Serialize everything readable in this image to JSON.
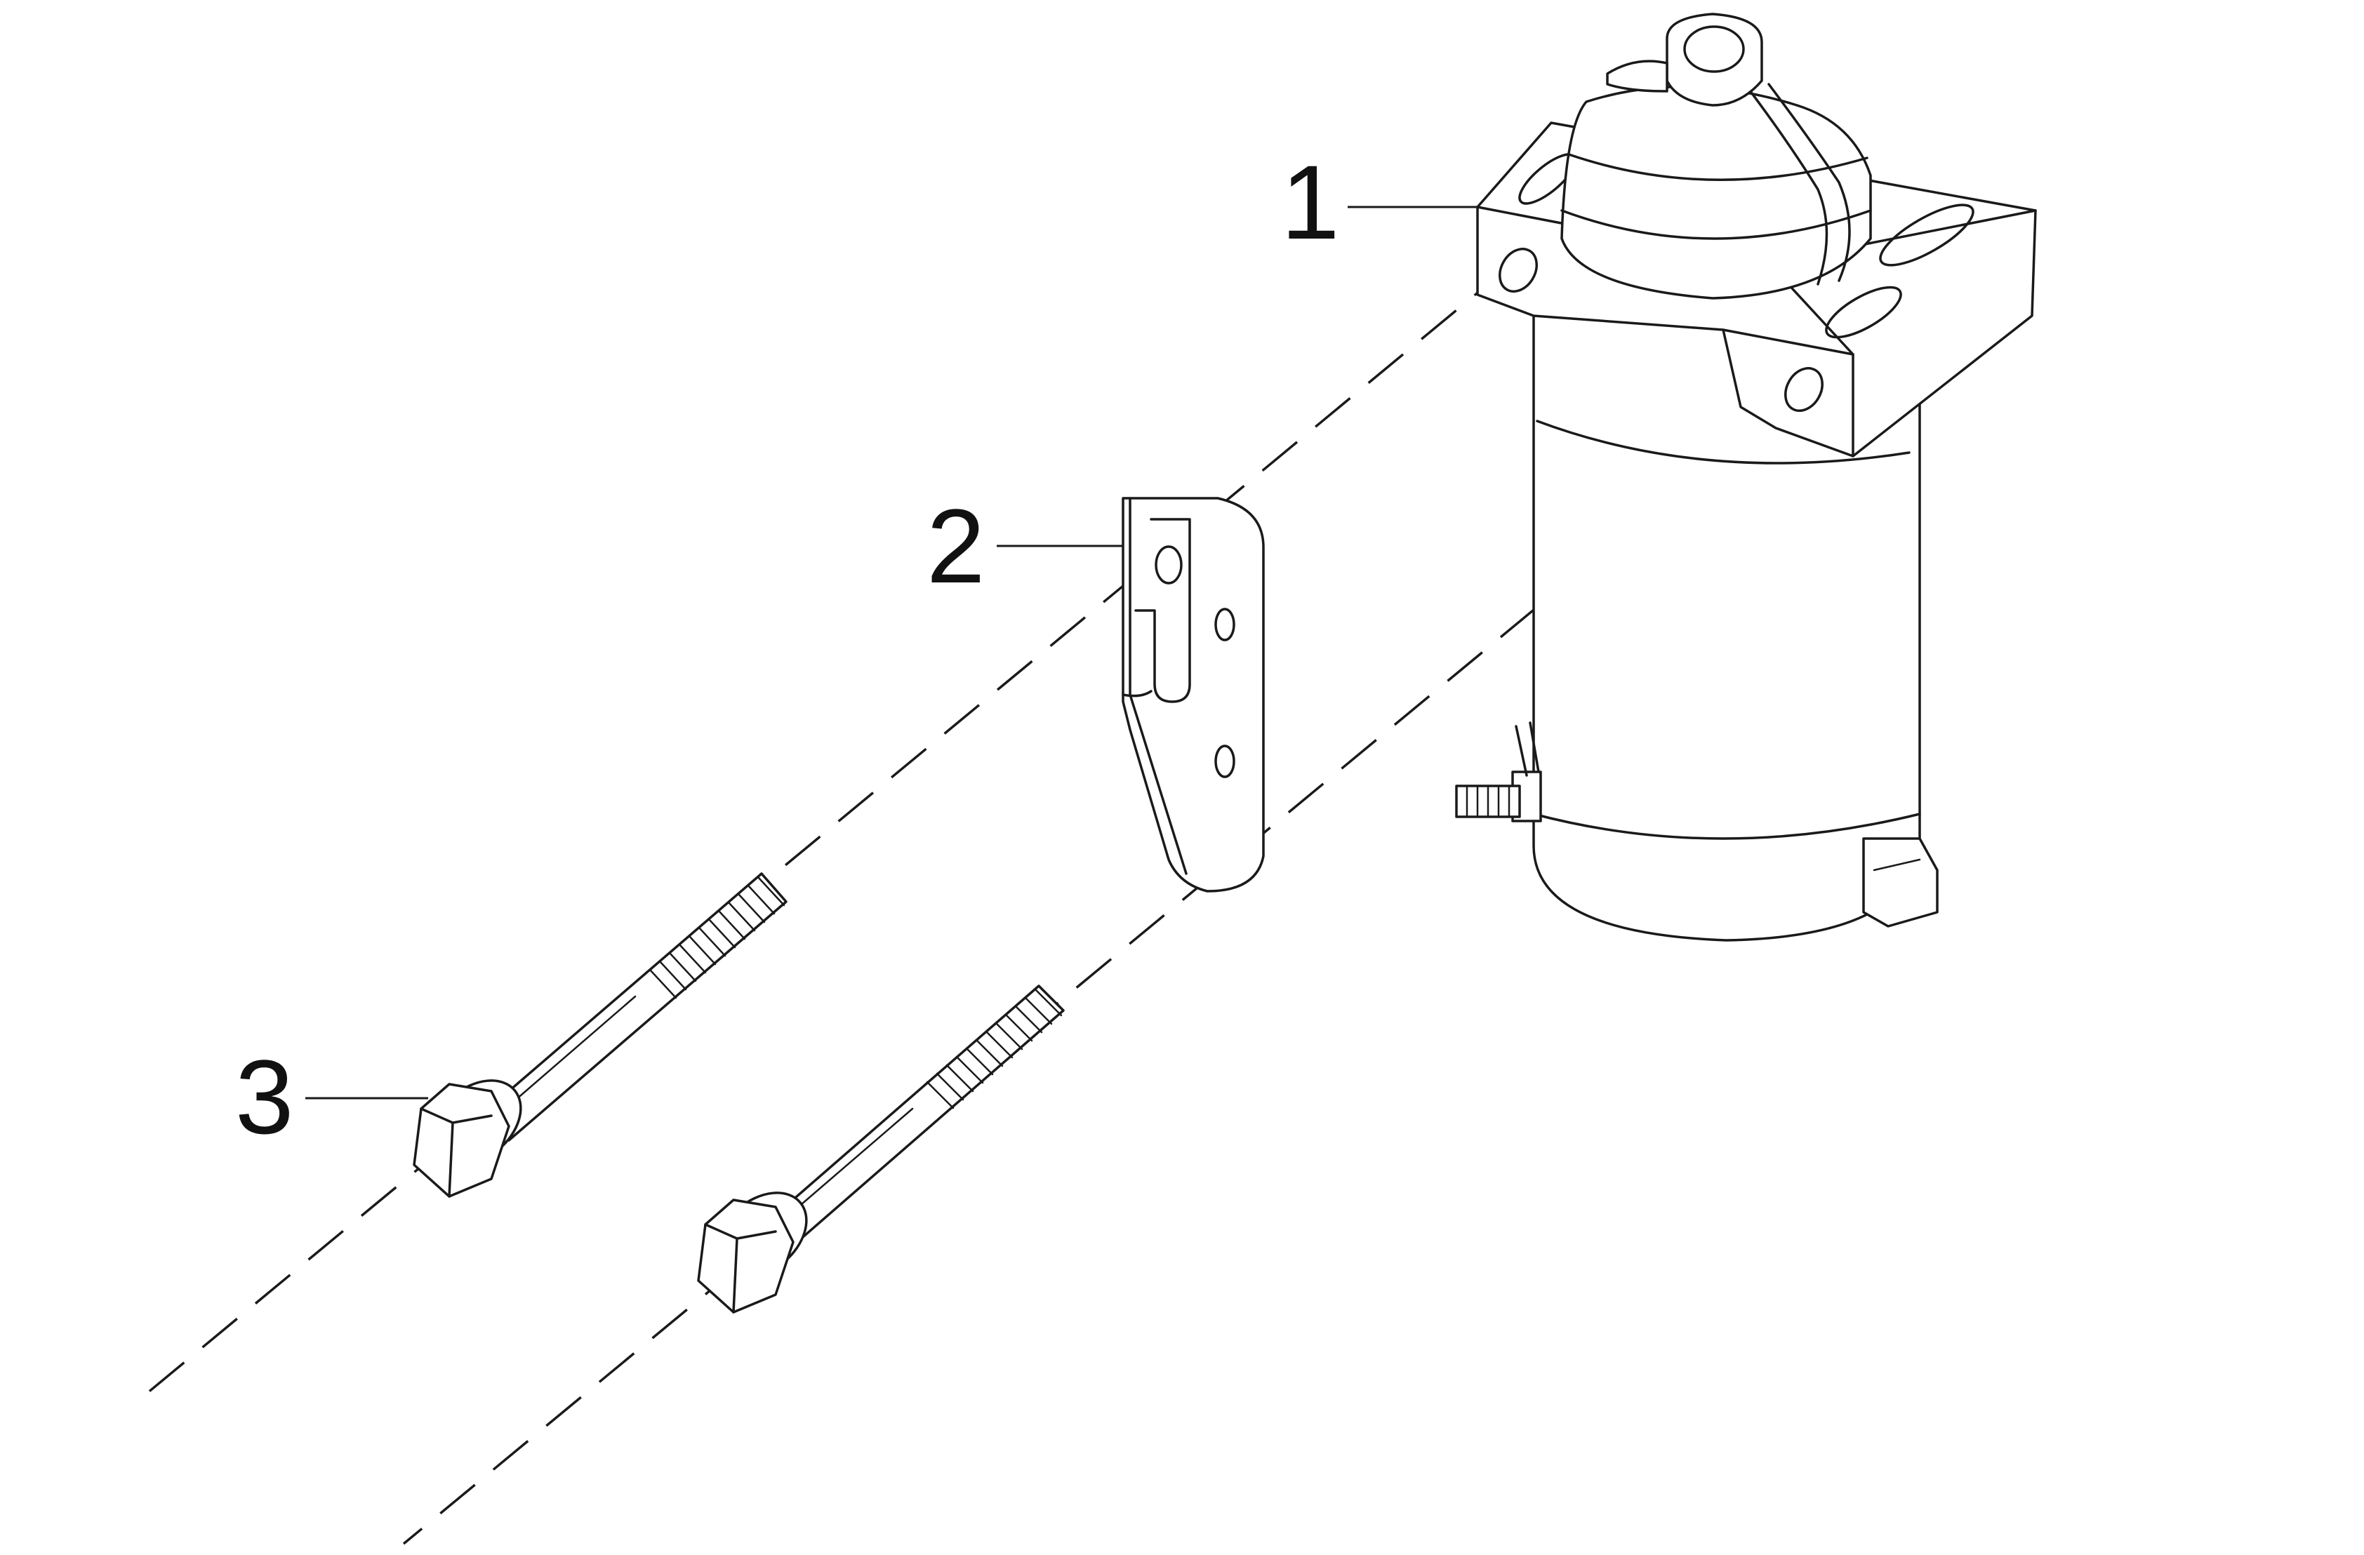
{
  "callouts": {
    "part_1": "1",
    "part_2": "2",
    "part_3": "3"
  },
  "colors": {
    "ink": "#1a1a1a",
    "background": "#ffffff"
  }
}
